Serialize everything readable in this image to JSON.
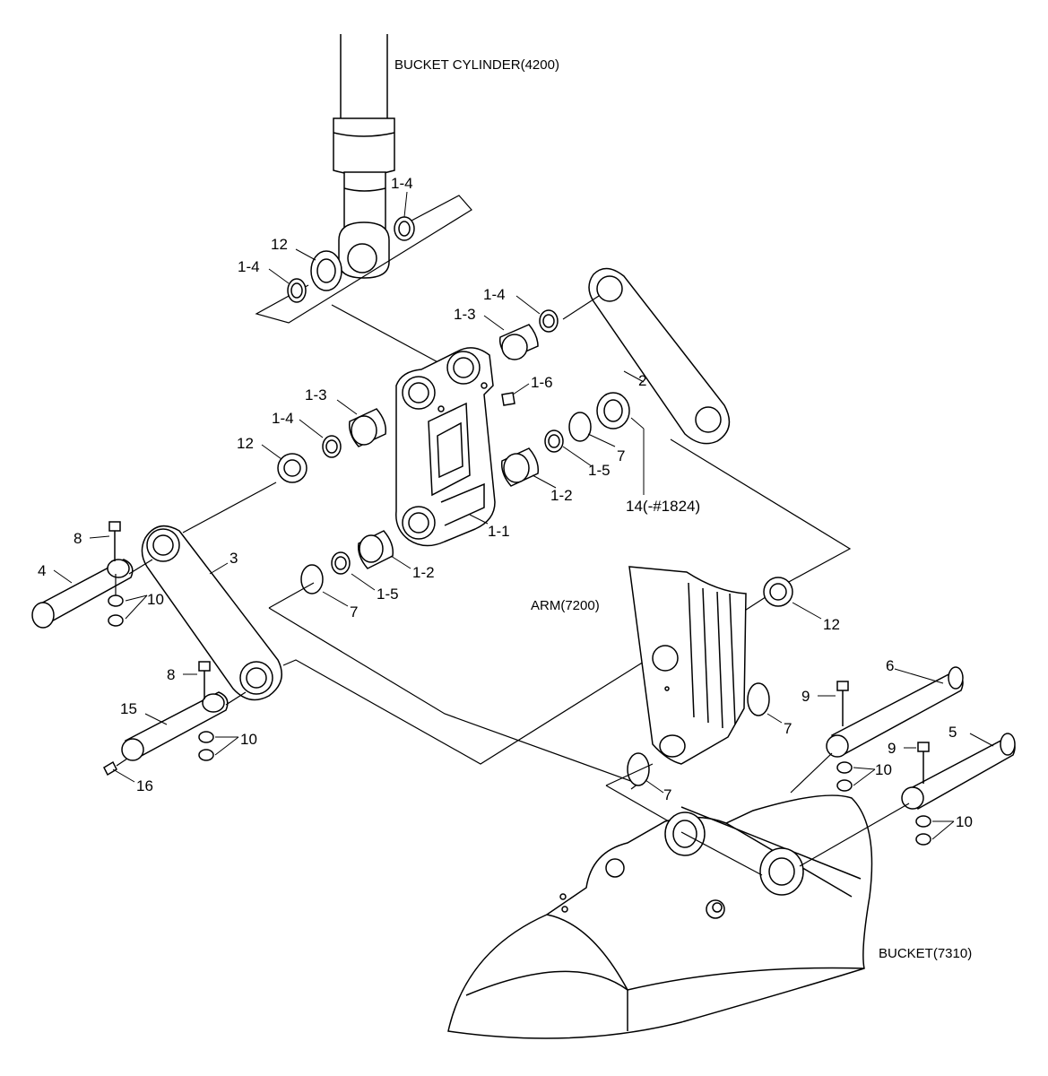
{
  "assembly_labels": {
    "bucket_cylinder": "BUCKET CYLINDER(4200)",
    "arm": "ARM(7200)",
    "bucket": "BUCKET(7310)"
  },
  "callouts": {
    "p1_4_a": "1-4",
    "p12_a": "12",
    "p1_4_b": "1-4",
    "p1_4_c": "1-4",
    "p1_3_a": "1-3",
    "p1_6": "1-6",
    "p2": "2",
    "p1_3_b": "1-3",
    "p1_4_d": "1-4",
    "p12_b": "12",
    "p7_a": "7",
    "p1_5_a": "1-5",
    "p14": "14(-#1824)",
    "p1_2_a": "1-2",
    "p1_1": "1-1",
    "p8_a": "8",
    "p4": "4",
    "p3": "3",
    "p10_a": "10",
    "p1_2_b": "1-2",
    "p1_5_b": "1-5",
    "p7_b": "7",
    "p12_c": "12",
    "p6": "6",
    "p9_a": "9",
    "p7_c": "7",
    "p8_b": "8",
    "p15": "15",
    "p10_b": "10",
    "p5": "5",
    "p10_c": "10",
    "p9_b": "9",
    "p16": "16",
    "p7_d": "7"
  }
}
